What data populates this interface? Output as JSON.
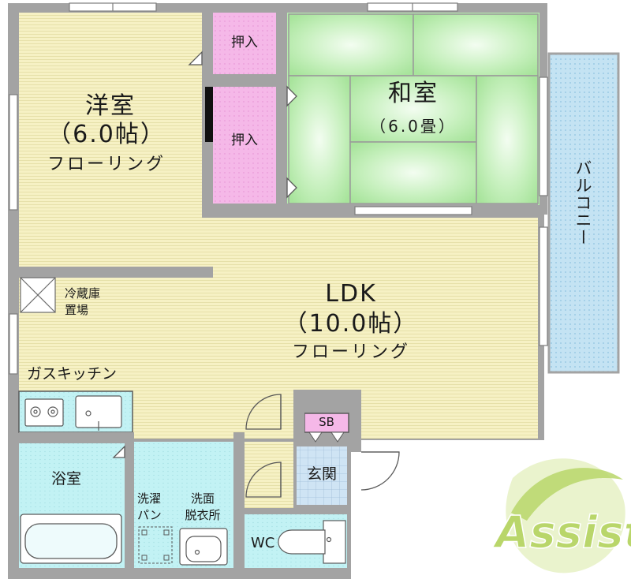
{
  "rooms": {
    "western": {
      "name": "洋室",
      "size": "（6.0帖）",
      "floor": "フローリング"
    },
    "japanese": {
      "name": "和室",
      "size": "（6.0畳）"
    },
    "ldk": {
      "name": "LDK",
      "size": "（10.0帖）",
      "floor": "フローリング"
    },
    "closet_top": "押入",
    "closet_mid": "押入",
    "balcony": "バルコニー",
    "fridge": "冷蔵庫\n置場",
    "kitchen": "ガスキッチン",
    "bath": "浴室",
    "laundry": "洗濯\nパン",
    "washroom": "洗面\n脱衣所",
    "sb": "SB",
    "entrance": "玄関",
    "wc": "WC"
  },
  "logo": {
    "text": "Assist"
  },
  "colors": {
    "wall": "#a3a3a3",
    "flooring": "#f6f1c4",
    "tatami": "#b7ecae",
    "closet": "#f5b8e8",
    "wet": "#c2f2f4",
    "balcony": "#c4e3f3",
    "logo": "#b9d66a"
  }
}
